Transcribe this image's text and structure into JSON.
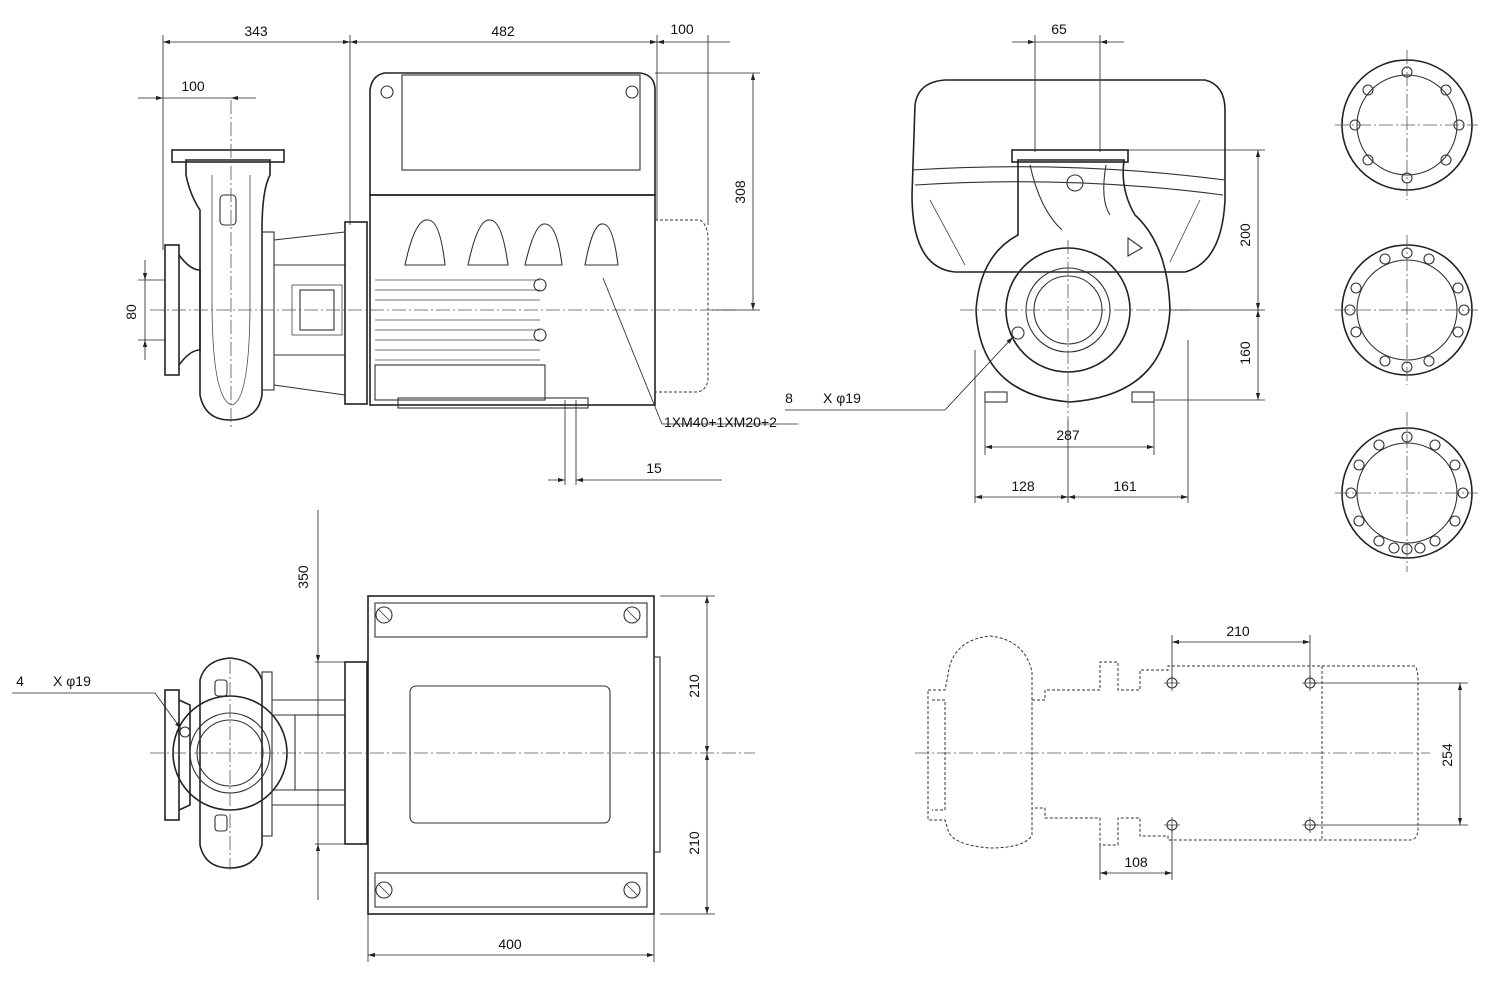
{
  "dimensions": {
    "side_inlet_to_coupling": "343",
    "side_motor_length": "482",
    "side_motor_overhang": "100",
    "side_flange_offset": "100",
    "side_motor_height": "308",
    "side_port_dn": "80",
    "side_foot_width": "15",
    "front_terminal_box_offset": "65",
    "front_upper_height": "200",
    "front_lower_height": "160",
    "front_foot_span": "287",
    "front_left_half": "128",
    "front_right_half": "161",
    "top_pipe_clearance": "350",
    "top_half_width_upper": "210",
    "top_half_width_lower": "210",
    "top_motor_width": "400",
    "base_bolt_spacing_x": "210",
    "base_bolt_spacing_y": "254",
    "base_edge_to_bolt": "108"
  },
  "annotations": {
    "cable_entries": "1XM40+1XM20+2",
    "front_holes_count": "8",
    "front_holes_spec": "X φ19",
    "top_holes_count": "4",
    "top_holes_spec": "X φ19"
  }
}
